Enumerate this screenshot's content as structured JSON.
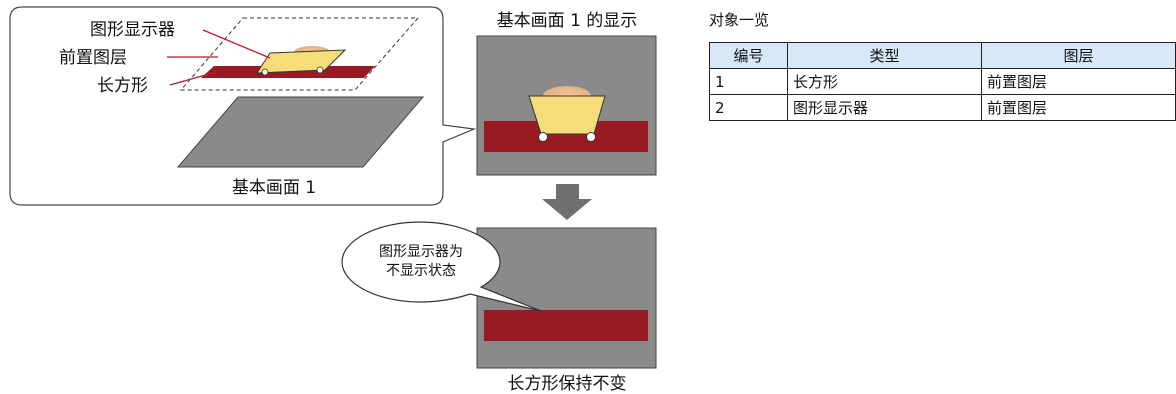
{
  "left_panel": {
    "label_display": "图形显示器",
    "label_layer": "前置图层",
    "label_rect": "长方形",
    "caption": "基本画面 1"
  },
  "preview_top": {
    "title": "基本画面 1 的显示"
  },
  "preview_bottom": {
    "bubble_line1": "图形显示器为",
    "bubble_line2": "不显示状态",
    "caption": "长方形保持不变"
  },
  "table": {
    "title": "对象一览",
    "headers": [
      "编号",
      "类型",
      "图层"
    ],
    "rows": [
      [
        "1",
        "长方形",
        "前置图层"
      ],
      [
        "2",
        "图形显示器",
        "前置图层"
      ]
    ]
  },
  "colors": {
    "screen_gray": "#8a8a8a",
    "rect_red": "#981a22",
    "display_yellow": "#f7dd7a",
    "arrow_gray": "#6f6f6f"
  }
}
